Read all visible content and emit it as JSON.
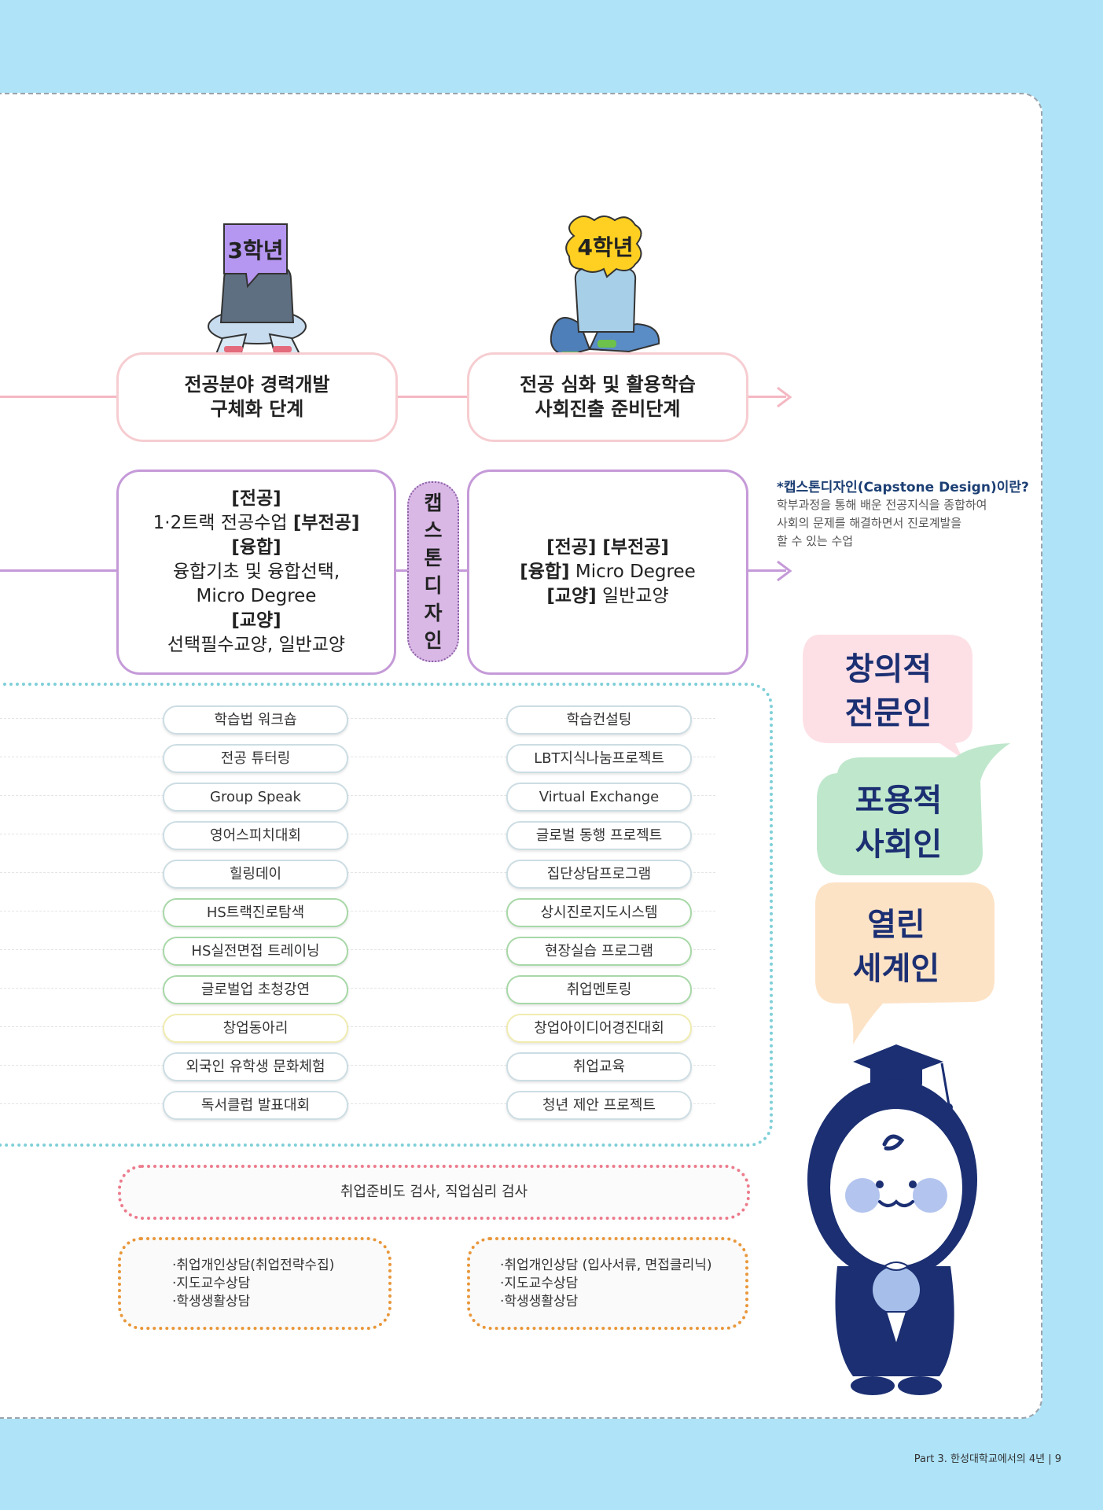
{
  "grades": {
    "third": "3학년",
    "fourth": "4학년"
  },
  "stages": [
    {
      "line1": "전공분야 경력개발",
      "line2": "구체화 단계"
    },
    {
      "line1": "전공 심화 및 활용학습",
      "line2": "사회진출 준비단계"
    }
  ],
  "course_left": {
    "major_heading": "[전공]",
    "major_text": "1·2트랙 전공수업 ",
    "minor_heading": "[부전공]",
    "fusion_heading": "[융합]",
    "fusion_text1": "융합기초 및 융합선택,",
    "fusion_text2": "Micro Degree",
    "liberal_heading": "[교양]",
    "liberal_text": "선택필수교양, 일반교양"
  },
  "course_right": {
    "major_heading": "[전공] [부전공]",
    "fusion_heading": "[융합]",
    "fusion_text": " Micro Degree",
    "liberal_heading": "[교양]",
    "liberal_text": " 일반교양"
  },
  "capstone_chars": [
    "캡",
    "스",
    "톤",
    "디",
    "자",
    "인"
  ],
  "capstone_note": {
    "title": "*캡스톤디자인(Capstone Design)이란?",
    "lines": [
      "학부과정을 통해 배운 전공지식을 종합하여",
      "사회의 문제를 해결하면서 진로계발을",
      "할 수 있는 수업"
    ]
  },
  "programs_left": [
    "학습법 워크숍",
    "전공 튜터링",
    "Group Speak",
    "영어스피치대회",
    "힐링데이",
    "HS트랙진로탐색",
    "HS실전면접 트레이닝",
    "글로벌업 초청강연",
    "창업동아리",
    "외국인 유학생 문화체험",
    "독서클럽 발표대회"
  ],
  "programs_right": [
    "학습컨설팅",
    "LBT지식나눔프로젝트",
    "Virtual Exchange",
    "글로벌 동행 프로젝트",
    "집단상담프로그램",
    "상시진로지도시스템",
    "현장실습 프로그램",
    "취업멘토링",
    "창업아이디어경진대회",
    "취업교육",
    "청년 제안 프로젝트"
  ],
  "tests": "취업준비도 검사, 직업심리 검사",
  "counsel_left": [
    "·취업개인상담(취업전략수집)",
    "·지도교수상담",
    "·학생생활상담"
  ],
  "counsel_right": [
    "·취업개인상담 (입사서류, 면접클리닉)",
    "·지도교수상담",
    "·학생생활상담"
  ],
  "bubbles": [
    {
      "line1": "창의적",
      "line2": "전문인",
      "color": "#fde0e6"
    },
    {
      "line1": "포용적",
      "line2": "사회인",
      "color": "#bfe7cc"
    },
    {
      "line1": "열린",
      "line2": "세계인",
      "color": "#fde3c6"
    }
  ],
  "footer": "Part 3. 한성대학교에서의 4년 | 9"
}
